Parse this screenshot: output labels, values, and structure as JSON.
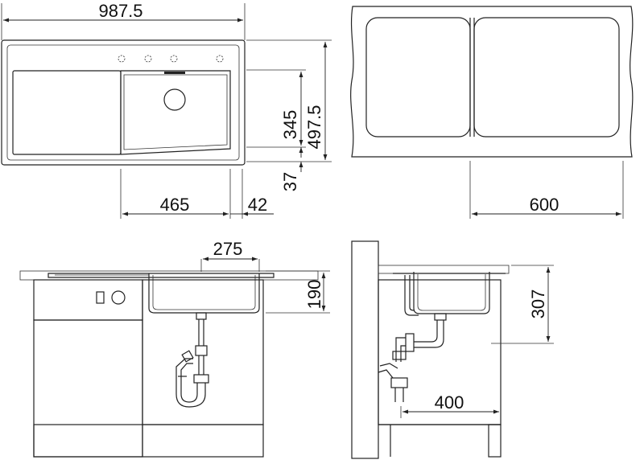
{
  "dimensions": {
    "top_width": "987.5",
    "height_total": "497.5",
    "height_bowl": "345",
    "offset_bottom": "37",
    "drainer_width": "465",
    "bowl_offset": "42",
    "cabinet_width": "600",
    "bowl_half": "275",
    "bowl_depth": "190",
    "side_depth": "307",
    "side_reach": "400"
  }
}
